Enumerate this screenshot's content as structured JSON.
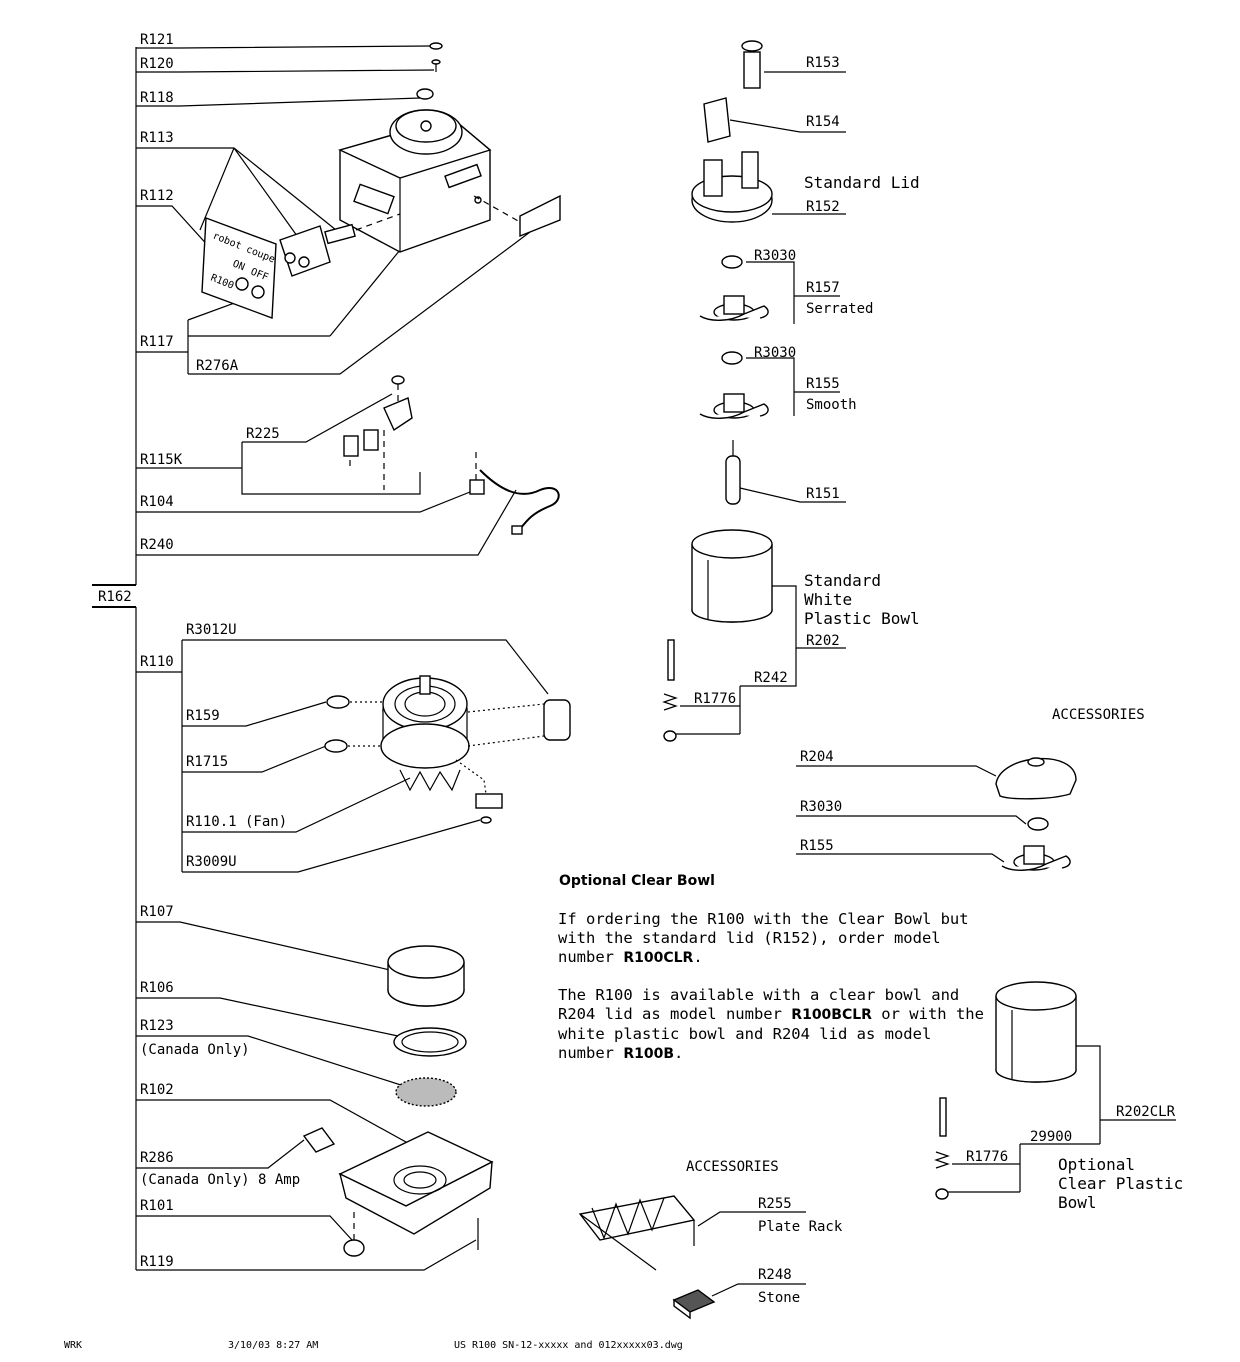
{
  "labels": {
    "r121": "R121",
    "r120": "R120",
    "r118": "R118",
    "r113": "R113",
    "r112": "R112",
    "r117": "R117",
    "r276a": "R276A",
    "r225": "R225",
    "r115k": "R115K",
    "r104": "R104",
    "r240": "R240",
    "r162": "R162",
    "r3012u": "R3012U",
    "r110": "R110",
    "r159": "R159",
    "r1715": "R1715",
    "r110_1": "R110.1 (Fan)",
    "r3009u": "R3009U",
    "r107": "R107",
    "r106": "R106",
    "r123": "R123",
    "canada_only": "(Canada Only)",
    "r102": "R102",
    "r286": "R286",
    "canada_8amp": "(Canada Only) 8 Amp",
    "r101": "R101",
    "r119": "R119",
    "r153": "R153",
    "r154": "R154",
    "standard_lid": "Standard Lid",
    "r152": "R152",
    "r3030_a": "R3030",
    "r157": "R157",
    "serrated": "Serrated",
    "r3030_b": "R3030",
    "r155": "R155",
    "smooth": "Smooth",
    "r151": "R151",
    "standard": "Standard",
    "white": "White",
    "plastic_bowl": "Plastic Bowl",
    "r202": "R202",
    "r242": "R242",
    "r1776": "R1776",
    "accessories_1": "ACCESSORIES",
    "r204": "R204",
    "r3030_c": "R3030",
    "r155_b": "R155",
    "r202clr": "R202CLR",
    "n29900": "29900",
    "r1776_b": "R1776",
    "optional": "Optional",
    "clear_plastic": "Clear Plastic",
    "bowl": "Bowl",
    "accessories_2": "ACCESSORIES",
    "r255": "R255",
    "plate_rack": "Plate Rack",
    "r248": "R248",
    "stone": "Stone",
    "switch_brand": "robot coupe",
    "switch_on": "ON",
    "switch_off": "OFF",
    "switch_model": "R100"
  },
  "note": {
    "title": "Optional Clear Bowl",
    "p1_text": "If ordering the R100 with the Clear Bowl but with the standard lid (R152), order model number ",
    "p1_bold": "R100CLR",
    "p1_end": ".",
    "p2_a": "The R100 is available with a clear bowl and R204 lid as model number ",
    "p2_bold1": "R100BCLR",
    "p2_b": " or with the white plastic bowl and R204 lid as model number ",
    "p2_bold2": "R100B",
    "p2_end": "."
  },
  "footer": {
    "initials": "WRK",
    "date": "3/10/03 8:27 AM",
    "file": "US R100 SN-12-xxxxx and 012xxxxx03.dwg"
  }
}
